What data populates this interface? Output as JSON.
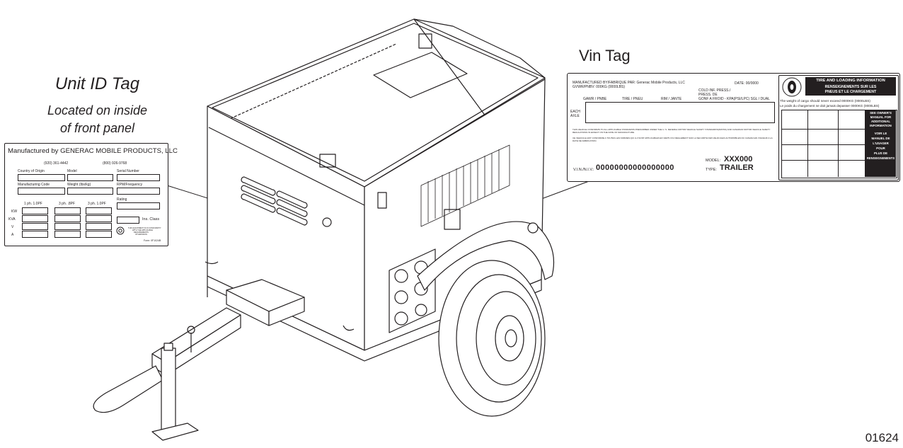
{
  "vin_tag": {
    "heading": "Vin Tag",
    "manufactured_by": "MANUFACTURED BY/FABRIQUE PAR:  Generac Mobile Products, LLC",
    "gvwr": "GVWR/PNBV:     000KG (0000LBS)",
    "date": "DATE:    00/0000",
    "cold_inf": "COLD INF. PRESS./",
    "press_de": "PRESS. DE",
    "gonf": "GONF A FROID - KPA(PSI/LPC) SGL / DUAL",
    "gawr": "GAWR / PNBE",
    "tire": "TIRE / PNEU",
    "rim": "RIM / JANTE",
    "each": "EACH",
    "axle": "AXLE",
    "conform_en": "THIS VEHICLE CONFORMS TO ALL APPLICABLE STANDARDS PRESCRIBED UNDER THE U. S. FEDERAL MOTOR VEHICLE SAFETY STANDARDS(FMVSS) AND CANADIAN MOTOR VEHICLE SAFETY REGULATIONS IN EFFECT ON THE DATE OF MANUFACTURE.",
    "conform_fr": "CE VEHICULE EST CONFORME A TOUTES LES NORMES QUI LUI SONT APPLICABLES EN VERTU DU REGLEMENT SUR LA SECURITE DES VEHICULES AUTOMOBILES DU CANADA EN VIGUEUR A LA DATE DE FABRICATION.",
    "model_label": "MODEL:",
    "model_value": "XXX000",
    "vin_label": "V.I.N./N.I.V.:",
    "vin_value": "00000000000000000",
    "type_label": "TYPE:",
    "type_value": "TRAILER",
    "tire_heading": "TIRE AND LOADING INFORMATION",
    "tire_heading_fr1": "RENSEIGNEMENTS SUR LES",
    "tire_heading_fr2": "PNEUS ET LE CHARGEMENT",
    "cargo_en": "The weight of cargo should never exceed 0000KG (0000LBS)",
    "cargo_fr": "Le poids du chargement ne doit jamais depasser 0000KG (0000LBS)",
    "owners1": "SEE OWNER'S",
    "owners2": "MANUAL FOR",
    "owners3": "ADDITIONAL",
    "owners4": "INFORMATION",
    "usager1": "VOIR LE",
    "usager2": "MANUEL DE",
    "usager3": "L'USAGER",
    "usager4": "POUR",
    "usager5": "PLUS DE",
    "usager6": "RENSEIGNEMENTS"
  },
  "unit_tag": {
    "heading": "Unit ID Tag",
    "location_line1": "Located on inside",
    "location_line2": "of front panel",
    "manufacturer": "Manufactured by GENERAC MOBILE PRODUCTS, LLC",
    "phone1": "(920) 361-4442",
    "phone2": "(800) 926-9768",
    "country": "Country of Origin",
    "model": "Model",
    "serial": "Serial Number",
    "mfg_code": "Manufacturing Code",
    "weight": "Weight (lbs/kg)",
    "rpm": "RPM/Frequency",
    "rating": "Rating",
    "col1": "1 ph. 1.0PF",
    "col2": "3 ph. .8PF",
    "col3": "3 ph. 1.0PF",
    "kw": "KW",
    "kva": "KVA",
    "v": "V",
    "a": "A",
    "ins_class": "Ins. Class",
    "cert_line1": "THIS EQUIPMENT IS IN CONFORMITY",
    "cert_line2": "WITH THE APPLICABLE",
    "cert_line3": "REQUIREMENTS",
    "cert_line4": "OF EMISSION",
    "form_num": "Form: 0F1024B"
  },
  "figure_number": "01624"
}
